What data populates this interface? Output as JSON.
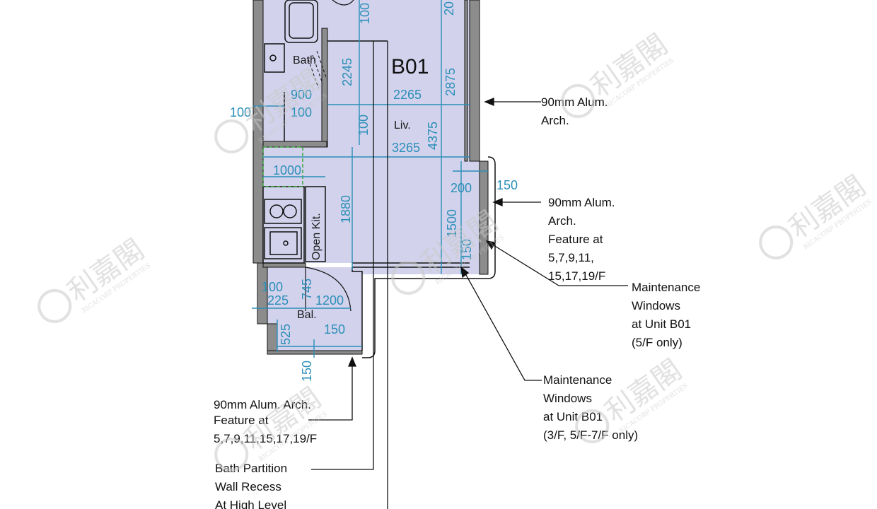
{
  "colors": {
    "room_fill": "#d2d2ec",
    "dimension": "#2b8fb8",
    "wall": "#8c8c8c",
    "line": "#111111",
    "kitchen_zone": "#3aa53a",
    "watermark": "#dcdcdc"
  },
  "unit_label": "B01",
  "rooms": {
    "bath": "Bath",
    "living": "Liv.",
    "open_kitchen": "Open Kit.",
    "balcony": "Bal."
  },
  "dimensions": {
    "d100_top": "100",
    "d20_top": "20",
    "d2245": "2245",
    "d2875": "2875",
    "d900": "900",
    "d2265": "2265",
    "d100_left": "100",
    "d100_mid": "100",
    "d100_liv": "100",
    "d4375": "4375",
    "d3265": "3265",
    "d1000": "1000",
    "d1880": "1880",
    "d200": "200",
    "d150_right": "150",
    "d1500": "1500",
    "d150_lower": "150",
    "d100_bal": "100",
    "d745": "745",
    "d225": "225",
    "d1200": "1200",
    "d150_bal": "150",
    "d525": "525",
    "d150_bottom": "150"
  },
  "notes": {
    "alum_arch_1": [
      "90mm Alum.",
      "Arch."
    ],
    "alum_arch_feature": [
      "90mm Alum.",
      "Arch.",
      "Feature at",
      "5,7,9,11,",
      "15,17,19/F"
    ],
    "maint_5f": [
      "Maintenance",
      "Windows",
      "at Unit B01",
      "(5/F only)"
    ],
    "maint_3f": [
      "Maintenance",
      "Windows",
      "at Unit B01",
      "(3/F, 5/F-7/F only)"
    ],
    "alum_bottom": [
      "90mm Alum. Arch.",
      "Feature at",
      "5,7,9,11,15,17,19/F"
    ],
    "bath_partition": [
      "Bath Partition",
      "Wall Recess",
      "At High Level"
    ]
  },
  "watermark": {
    "logo_text": "利嘉閣",
    "brand": "RICACORP PROPERTIES"
  }
}
